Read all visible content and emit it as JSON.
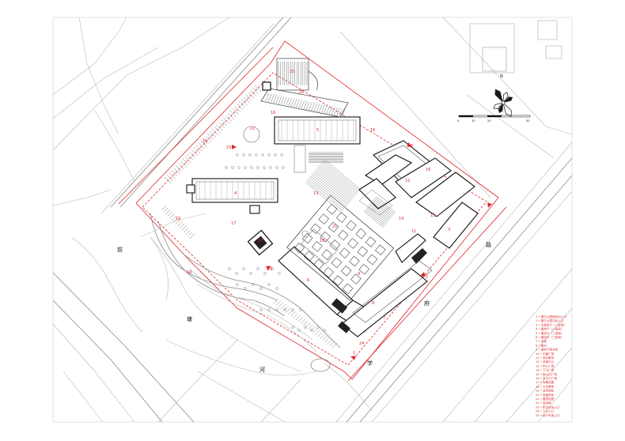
{
  "north_label": "N",
  "scale_ticks": [
    "0",
    "10",
    "20",
    "50"
  ],
  "road_labels": [
    {
      "key": "qian",
      "text": "前"
    },
    {
      "key": "tang",
      "text": "塘"
    },
    {
      "key": "he",
      "text": "河"
    },
    {
      "key": "xue",
      "text": "学"
    },
    {
      "key": "fu",
      "text": "府"
    },
    {
      "key": "lu",
      "text": "路"
    }
  ],
  "plan_numbers": [
    "1",
    "2",
    "3",
    "4",
    "5",
    "6",
    "7",
    "8",
    "9",
    "10",
    "11",
    "12",
    "13",
    "14",
    "15",
    "16",
    "17",
    "18",
    "19",
    "20",
    "21",
    "22",
    "23",
    "24",
    "25"
  ],
  "legend_items": [
    "1 • 集中公园地块出入口",
    "2 • 集中公园次出入口",
    "3 • 大报告厅（一层商）",
    "4 • 报告厅（二层商）",
    "5 • 展览厅（二层商）",
    "6 • 展览厅（三层商）",
    "7 • 实验",
    "8 • 图书",
    "9 • 报告厅商业街",
    "10 • 内庭广场",
    "11 • 综合教学",
    "12 • 体育中心",
    "13 • 中心广场",
    "14 • 下沉广场",
    "15 • 南入口广场",
    "16 • 东入口广场",
    "17 • 休憩花园",
    "18 • 户外教学",
    "19 • 滨河绿化",
    "20 • 地面停车",
    "21 • 屋顶花园",
    "22 • 运动场",
    "23 • 机动车出入口",
    "24 • 人行入口",
    "25 • 地下车库入口"
  ]
}
